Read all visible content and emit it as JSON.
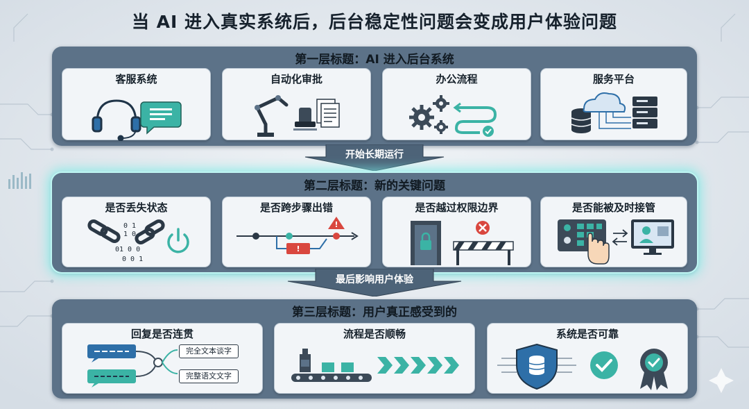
{
  "title": "当 AI 进入真实系统后，后台稳定性问题会变成用户体验问题",
  "layers": [
    {
      "title": "第一层标题：AI 进入后台系统",
      "cards": [
        {
          "label": "客服系统",
          "icons": [
            "headset-icon",
            "chat-bubble-icon"
          ]
        },
        {
          "label": "自动化审批",
          "icons": [
            "robot-arm-icon",
            "stamp-icon",
            "document-icon"
          ]
        },
        {
          "label": "办公流程",
          "icons": [
            "gears-icon",
            "workflow-arrow-icon",
            "check-icon"
          ]
        },
        {
          "label": "服务平台",
          "icons": [
            "database-icon",
            "cloud-icon",
            "server-icon"
          ]
        }
      ]
    },
    {
      "title": "第二层标题：新的关键问题",
      "cards": [
        {
          "label": "是否丢失状态",
          "icons": [
            "broken-chain-icon",
            "power-icon"
          ],
          "binary": [
            "0 1",
            "1 0",
            "01 0 0",
            "0 0 1"
          ]
        },
        {
          "label": "是否跨步骤出错",
          "icons": [
            "step-flow-icon",
            "warning-icon"
          ]
        },
        {
          "label": "是否越过权限边界",
          "icons": [
            "locked-door-icon",
            "barrier-icon",
            "deny-icon"
          ]
        },
        {
          "label": "是否能被及时接管",
          "icons": [
            "control-panel-icon",
            "hand-icon",
            "monitor-user-icon"
          ]
        }
      ]
    },
    {
      "title": "第三层标题：用户真正感受到的",
      "cards": [
        {
          "label": "回复是否连贯",
          "pills": [
            "完全文本谈字",
            "完整语文文字"
          ]
        },
        {
          "label": "流程是否顺畅",
          "icons": [
            "conveyor-icon",
            "chevrons-icon"
          ]
        },
        {
          "label": "系统是否可靠",
          "icons": [
            "shield-database-icon",
            "check-circle-icon",
            "badge-icon"
          ]
        }
      ]
    }
  ],
  "transitions": [
    "开始长期运行",
    "最后影响用户体验"
  ],
  "colors": {
    "layer_bg": "#5c7288",
    "card_bg": "#f2f5f8",
    "accent_teal": "#3bb3a5",
    "accent_blue": "#2e6fa8",
    "alert_red": "#d9473f",
    "glow": "#7ce8e2"
  }
}
